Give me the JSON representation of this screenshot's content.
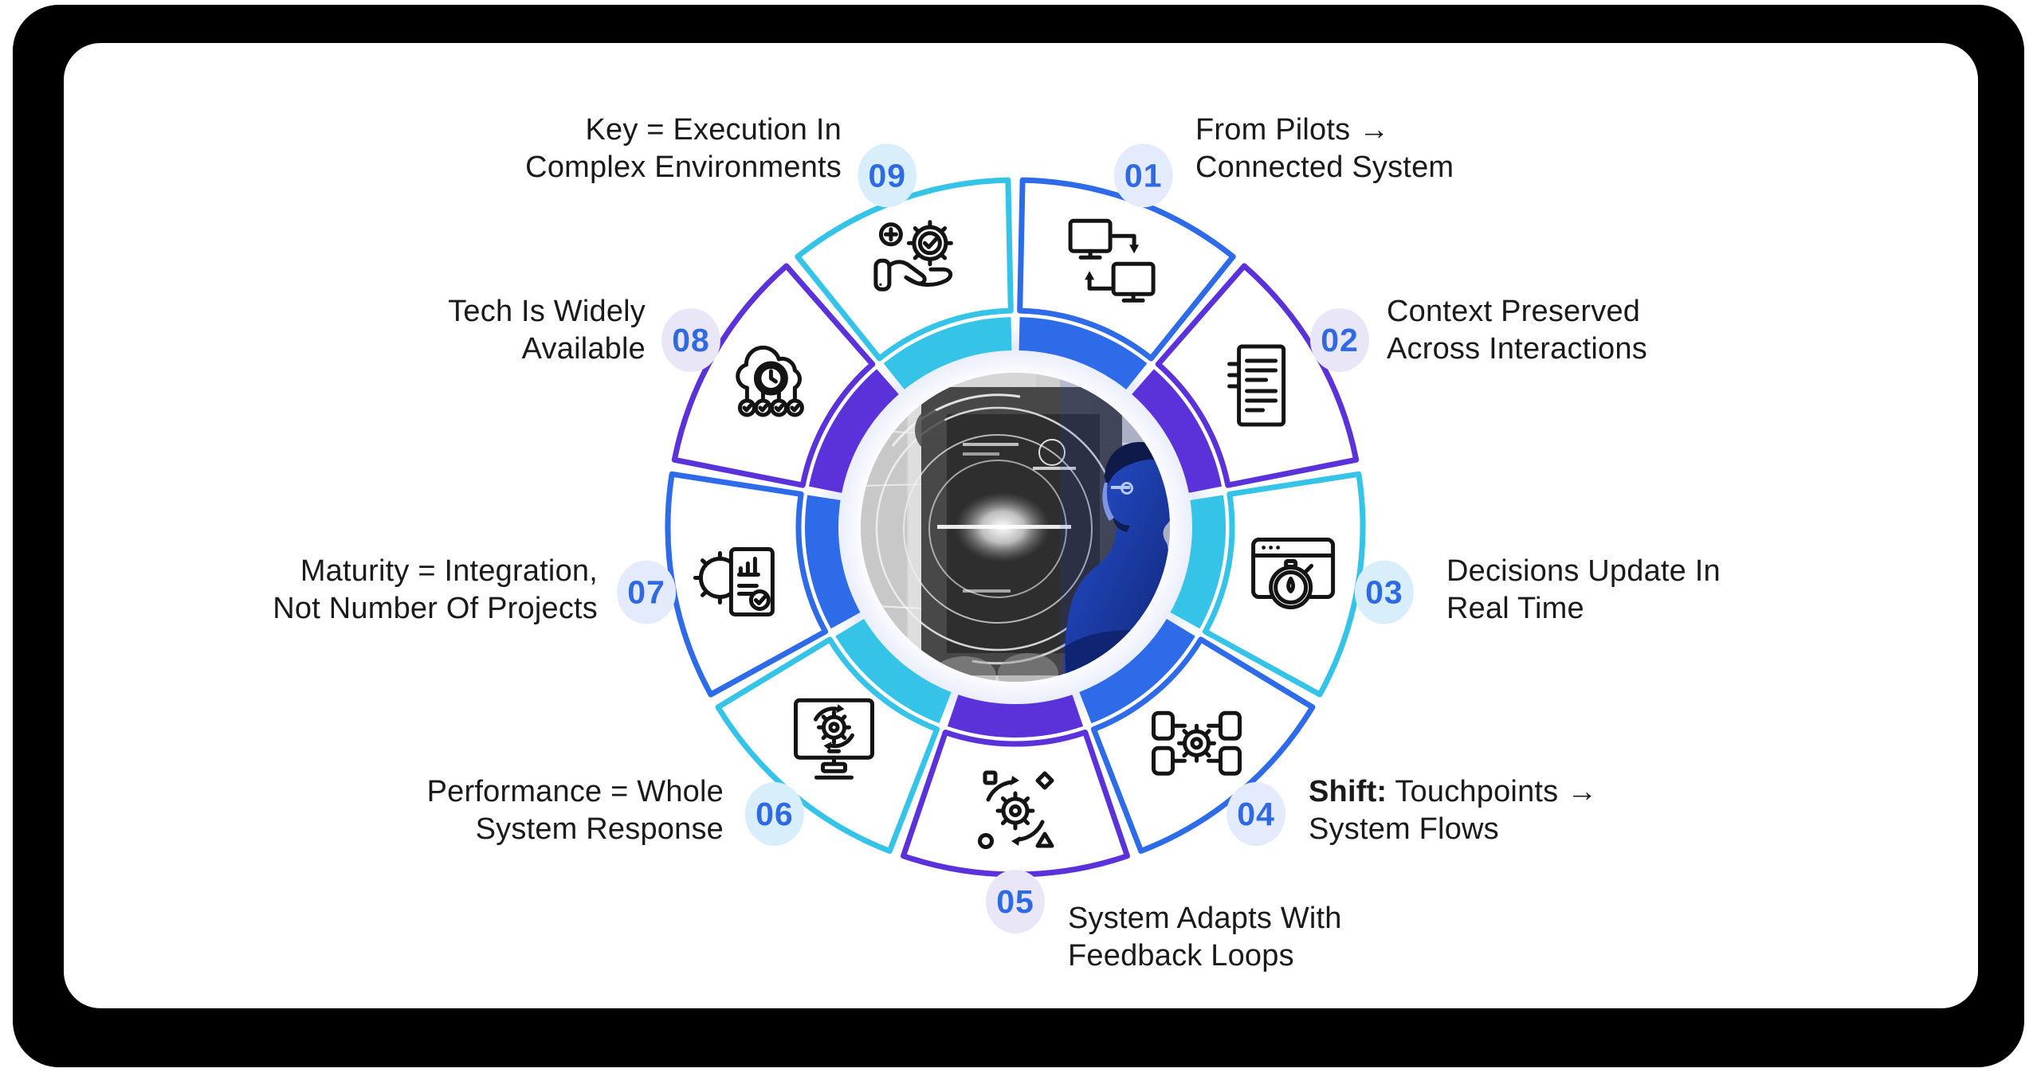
{
  "figure": {
    "type": "circular-process-infographic",
    "segment_count": 9
  },
  "colors": {
    "blue": "#2E6BE9",
    "purple": "#5B32D9",
    "cyan": "#35C3E8",
    "badge_tint_blue": "#E4EBFC",
    "badge_tint_purple": "#E9E6F8",
    "badge_tint_cyan": "#D8EEFA",
    "badge_number": "#2F6AE3",
    "label_text": "#1A1A1A",
    "frame": "#000000",
    "card": "#FFFFFF"
  },
  "segments": [
    {
      "number": "01",
      "color": "blue",
      "icon": "computers-transfer-icon",
      "lines": [
        "From Pilots →",
        "Connected System"
      ]
    },
    {
      "number": "02",
      "color": "purple",
      "icon": "document-icon",
      "lines": [
        "Context Preserved",
        "Across Interactions"
      ]
    },
    {
      "number": "03",
      "color": "cyan",
      "icon": "stopwatch-browser-icon",
      "lines": [
        "Decisions Update In",
        "Real Time"
      ]
    },
    {
      "number": "04",
      "color": "blue",
      "icon": "workflow-gear-icon",
      "bold_prefix": "Shift:",
      "lines": [
        " Touchpoints →",
        "System Flows"
      ]
    },
    {
      "number": "05",
      "color": "purple",
      "icon": "adaptive-gear-icon",
      "lines": [
        "System Adapts With",
        "Feedback Loops"
      ]
    },
    {
      "number": "06",
      "color": "cyan",
      "icon": "monitor-sync-icon",
      "lines": [
        "Performance = Whole",
        "System Response"
      ]
    },
    {
      "number": "07",
      "color": "blue",
      "icon": "gear-report-icon",
      "lines": [
        "Maturity = Integration,",
        "Not Number Of Projects"
      ]
    },
    {
      "number": "08",
      "color": "purple",
      "icon": "cloud-clock-icon",
      "lines": [
        "Tech Is Widely",
        "Available"
      ]
    },
    {
      "number": "09",
      "color": "cyan",
      "icon": "hand-gear-icon",
      "lines": [
        "Key = Execution In",
        "Complex Environments"
      ]
    }
  ]
}
